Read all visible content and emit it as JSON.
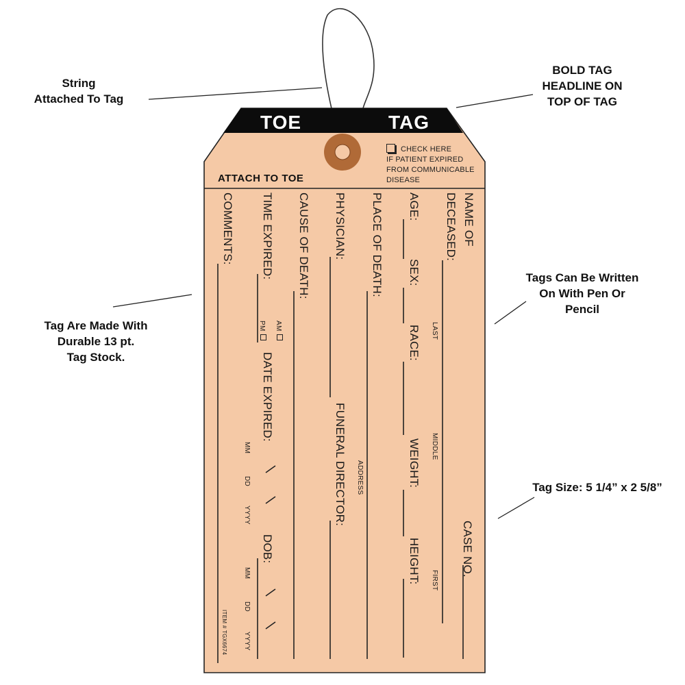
{
  "callouts": {
    "string": [
      "String",
      "Attached To Tag"
    ],
    "headline": [
      "BOLD TAG",
      "HEADLINE ON",
      "TOP OF TAG"
    ],
    "pen": [
      "Tags Can Be Written",
      "On With Pen Or",
      "Pencil"
    ],
    "stock": [
      "Tag Are Made With",
      "Durable 13 pt.",
      "Tag Stock."
    ],
    "size": "Tag Size: 5 1/4” x 2 5/8”"
  },
  "tag": {
    "headline_left": "TOE",
    "headline_right": "TAG",
    "attach": "ATTACH TO TOE",
    "check": [
      "CHECK HERE",
      "IF PATIENT EXPIRED",
      "FROM COMMUNICABLE",
      "DISEASE"
    ],
    "name_of": "NAME OF",
    "deceased": "DECEASED:",
    "last": "LAST",
    "middle": "MIDDLE",
    "first": "FIRST",
    "case_no": "CASE NO.",
    "age": "AGE:",
    "sex": "SEX:",
    "race": "RACE:",
    "weight": "WEIGHT:",
    "height": "HEIGHT:",
    "place_of_death": "PLACE OF DEATH:",
    "address": "ADDRESS",
    "physician": "PHYSICIAN:",
    "funeral_director": "FUNERAL DIRECTOR:",
    "cause_of_death": "CAUSE OF DEATH:",
    "time_expired": "TIME EXPIRED:",
    "am": "AM",
    "pm": "PM",
    "date_expired": "DATE EXPIRED:",
    "mm": "MM",
    "dd": "DD",
    "yyyy": "YYYY",
    "dob": "DOB:",
    "comments": "COMMENTS:",
    "item": "ITEM # TGX6674"
  },
  "colors": {
    "tag_fill": "#f5c9a6",
    "headline_band": "#0c0c0c",
    "grommet": "#b06a37",
    "outline": "#222222"
  }
}
